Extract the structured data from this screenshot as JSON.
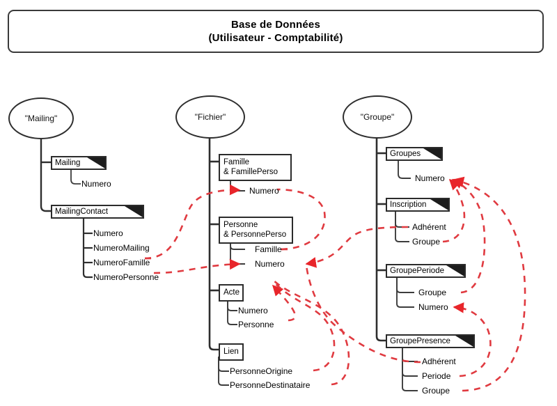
{
  "title": {
    "line1": "Base de Données",
    "line2": "(Utilisateur - Comptabilité)"
  },
  "colors": {
    "relation": "#e8252a",
    "relation_dash": "#e03a40",
    "outline": "#2b2b2b",
    "background": "#ffffff"
  },
  "roots": [
    {
      "id": "mailing",
      "label": "\"Mailing\""
    },
    {
      "id": "fichier",
      "label": "\"Fichier\""
    },
    {
      "id": "groupe",
      "label": "\"Groupe\""
    }
  ],
  "tables": [
    {
      "id": "t-mailing",
      "label": "Mailing"
    },
    {
      "id": "t-mailingcontact",
      "label": "MailingContact"
    },
    {
      "id": "t-famille-1",
      "label": "Famille"
    },
    {
      "id": "t-famille-2",
      "label": "& FamillePerso"
    },
    {
      "id": "t-personne-1",
      "label": "Personne"
    },
    {
      "id": "t-personne-2",
      "label": "& PersonnePerso"
    },
    {
      "id": "t-acte",
      "label": "Acte"
    },
    {
      "id": "t-lien",
      "label": "Lien"
    },
    {
      "id": "t-groupes",
      "label": "Groupes"
    },
    {
      "id": "t-inscription",
      "label": "Inscription"
    },
    {
      "id": "t-groupeperiode",
      "label": "GroupePeriode"
    },
    {
      "id": "t-groupepresence",
      "label": "GroupePresence"
    }
  ],
  "fields": [
    {
      "id": "f-mailing-numero",
      "label": "Numero"
    },
    {
      "id": "f-mc-numero",
      "label": "Numero"
    },
    {
      "id": "f-mc-numeromailing",
      "label": "NumeroMailing"
    },
    {
      "id": "f-mc-numerofamille",
      "label": "NumeroFamille"
    },
    {
      "id": "f-mc-numeropersonne",
      "label": "NumeroPersonne"
    },
    {
      "id": "f-famille-numero",
      "label": "Numero"
    },
    {
      "id": "f-personne-famille",
      "label": "Famille"
    },
    {
      "id": "f-personne-numero",
      "label": "Numero"
    },
    {
      "id": "f-acte-numero",
      "label": "Numero"
    },
    {
      "id": "f-acte-personne",
      "label": "Personne"
    },
    {
      "id": "f-lien-origine",
      "label": "PersonneOrigine"
    },
    {
      "id": "f-lien-destinataire",
      "label": "PersonneDestinataire"
    },
    {
      "id": "f-groupes-numero",
      "label": "Numero"
    },
    {
      "id": "f-inscription-adherent",
      "label": "Adhérent"
    },
    {
      "id": "f-inscription-groupe",
      "label": "Groupe"
    },
    {
      "id": "f-gp-groupe",
      "label": "Groupe"
    },
    {
      "id": "f-gp-numero",
      "label": "Numero"
    },
    {
      "id": "f-gpres-adherent",
      "label": "Adhérent"
    },
    {
      "id": "f-gpres-periode",
      "label": "Periode"
    },
    {
      "id": "f-gpres-groupe",
      "label": "Groupe"
    }
  ],
  "relations": [
    {
      "from": "MailingContact.NumeroFamille",
      "to": "Famille.Numero"
    },
    {
      "from": "MailingContact.NumeroPersonne",
      "to": "Personne.Numero"
    },
    {
      "from": "Personne.Famille",
      "to": "Famille.Numero"
    },
    {
      "from": "Acte.Personne",
      "to": "Personne.Numero"
    },
    {
      "from": "Lien.PersonneOrigine",
      "to": "Personne.Numero"
    },
    {
      "from": "Lien.PersonneDestinataire",
      "to": "Personne.Numero"
    },
    {
      "from": "Inscription.Adherent",
      "to": "Personne.Numero"
    },
    {
      "from": "Inscription.Groupe",
      "to": "Groupes.Numero"
    },
    {
      "from": "GroupePeriode.Groupe",
      "to": "Groupes.Numero"
    },
    {
      "from": "GroupePresence.Adherent",
      "to": "Personne.Numero"
    },
    {
      "from": "GroupePresence.Periode",
      "to": "GroupePeriode.Numero"
    },
    {
      "from": "GroupePresence.Groupe",
      "to": "Groupes.Numero"
    }
  ]
}
